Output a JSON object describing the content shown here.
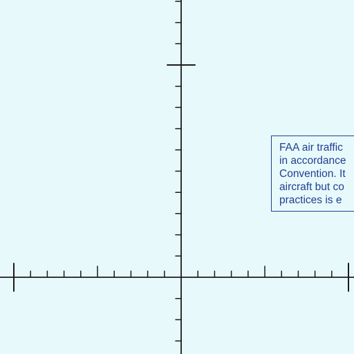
{
  "chart_data": {
    "type": "scatter",
    "title": "",
    "xlabel": "",
    "ylabel": "",
    "grid": false,
    "series": [],
    "x_axis": {
      "minor_ticks_each_side": 9,
      "major_tick_every": 5,
      "end_ticks": true
    },
    "y_axis": {
      "minor_ticks_above": 13,
      "major_tick_at": 10,
      "minor_ticks_below": 3
    }
  },
  "colors": {
    "background": "#e8f9fc",
    "axis": "#1a1a1a",
    "note_text": "#1f3f8f",
    "note_border": "#1f3f8f"
  },
  "note": {
    "lines": [
      "FAA air traffic",
      "in accordance",
      "Convention. It",
      "aircraft but co",
      "practices is e"
    ]
  }
}
